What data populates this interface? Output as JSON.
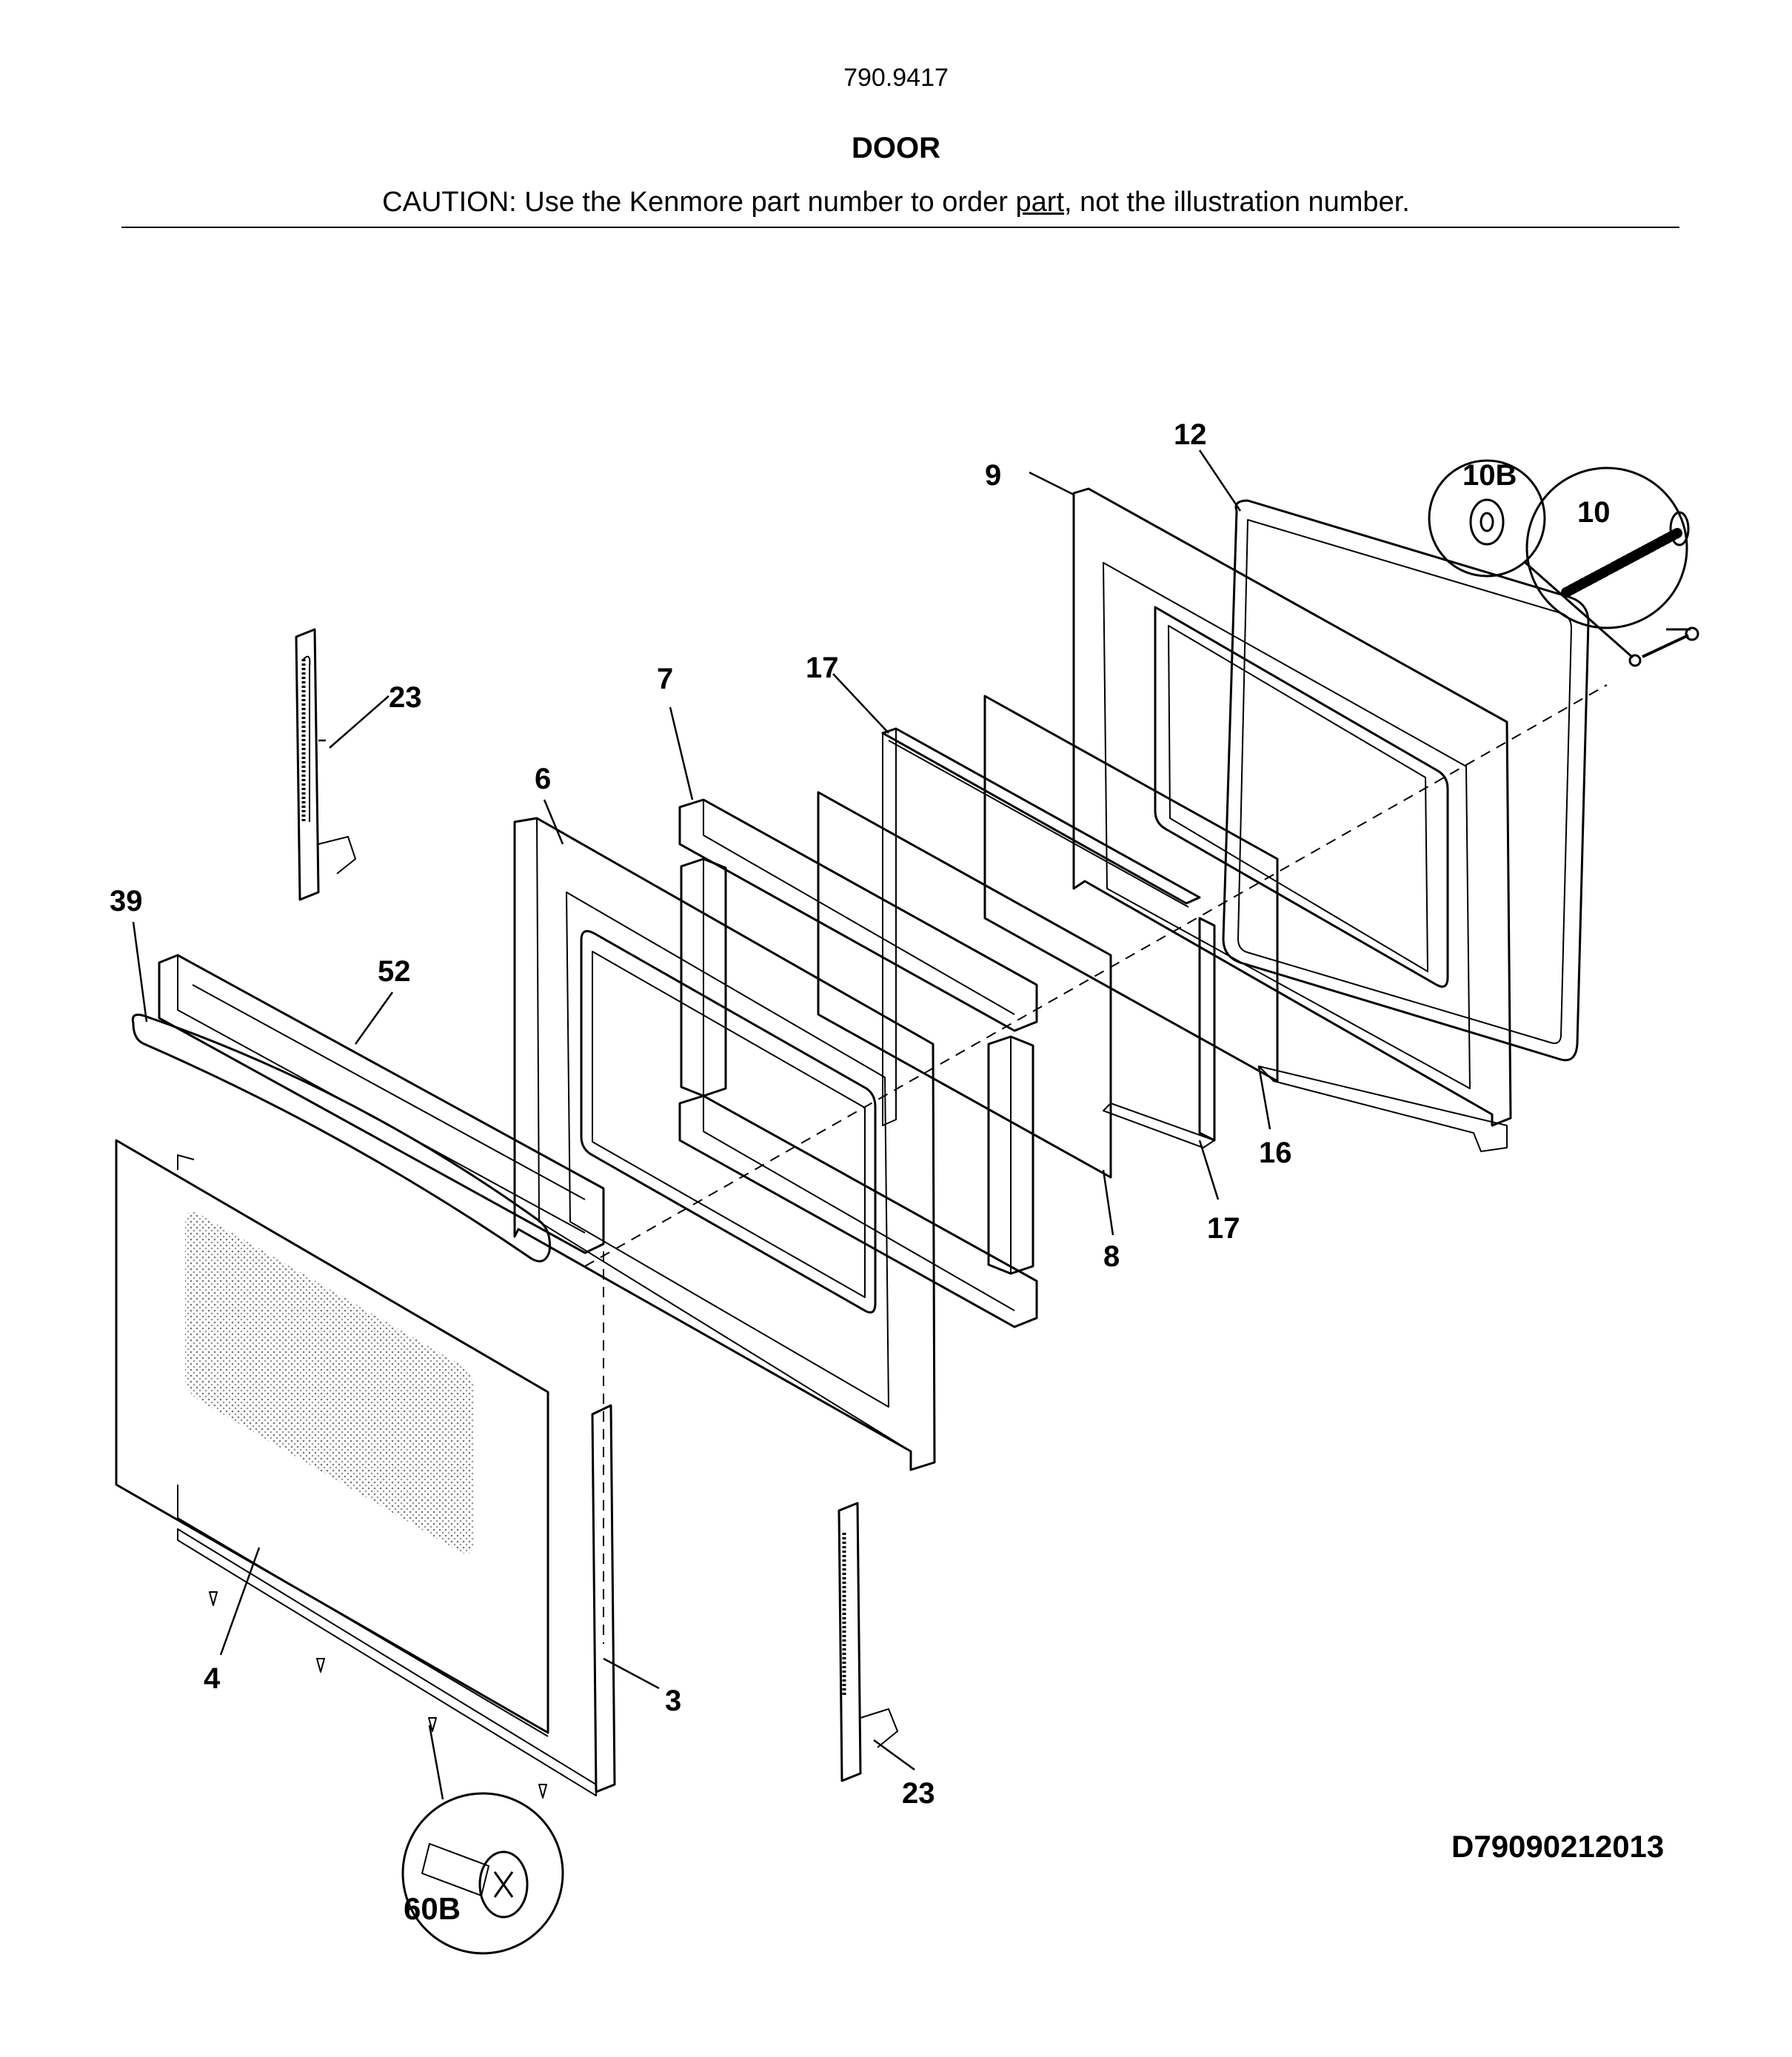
{
  "header": {
    "model": "790.9417",
    "title": "DOOR",
    "caution_pre": "CAUTION: Use the Kenmore part number to order ",
    "caution_link": "part",
    "caution_post": ", not the illustration number."
  },
  "callouts": {
    "c3": "3",
    "c4": "4",
    "c6": "6",
    "c7": "7",
    "c8": "8",
    "c9": "9",
    "c10": "10",
    "c10b": "10B",
    "c12": "12",
    "c16": "16",
    "c17a": "17",
    "c17b": "17",
    "c23a": "23",
    "c23b": "23",
    "c39": "39",
    "c52": "52",
    "c60b": "60B"
  },
  "footer": {
    "diagram_code": "D79090212013"
  }
}
